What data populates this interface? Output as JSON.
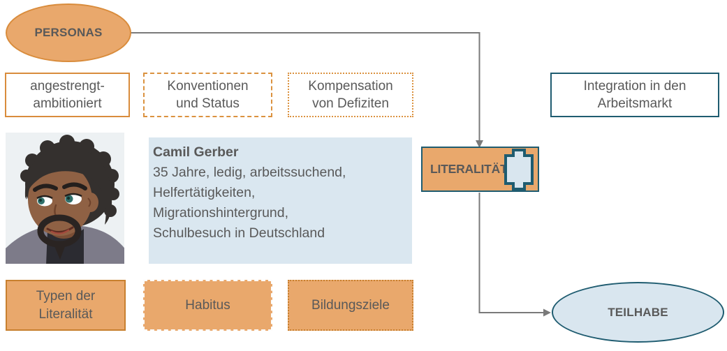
{
  "colors": {
    "orange_fill": "#E9A86C",
    "orange_border": "#D98C3C",
    "orange_border_dark": "#C8802F",
    "teal_border": "#1F5C70",
    "text_gray": "#595959",
    "arrow_gray": "#7A7A7A",
    "card_blue_fill": "#DAE7F0",
    "teilhabe_fill": "#D9E6EF",
    "avatar_background": "#EDF1F3"
  },
  "nodes": {
    "personas": {
      "label": "PERSONAS"
    },
    "integration": {
      "label": "Integration in den\nArbeitsmarkt"
    },
    "literalitaet": {
      "label": "LITERALITÄT",
      "icon": "literacy-column-icon"
    },
    "teilhabe": {
      "label": "TEILHABE"
    }
  },
  "trait_boxes_top": [
    {
      "label": "angestrengt-\nambitioniert",
      "border_style": "solid"
    },
    {
      "label": "Konventionen\nund Status",
      "border_style": "dashed"
    },
    {
      "label": "Kompensation\nvon Defiziten",
      "border_style": "dotted"
    }
  ],
  "trait_boxes_bottom": [
    {
      "label": "Typen der\nLiteralität",
      "border_style": "solid"
    },
    {
      "label": "Habitus",
      "border_style": "dashed"
    },
    {
      "label": "Bildungsziele",
      "border_style": "dotted"
    }
  ],
  "persona_card": {
    "name": "Camil Gerber",
    "details": "35 Jahre, ledig, arbeitssuchend,\nHelfertätigkeiten,\nMigrationshintergrund,\nSchulbesuch in Deutschland",
    "avatar": "male-persona-avatar"
  }
}
